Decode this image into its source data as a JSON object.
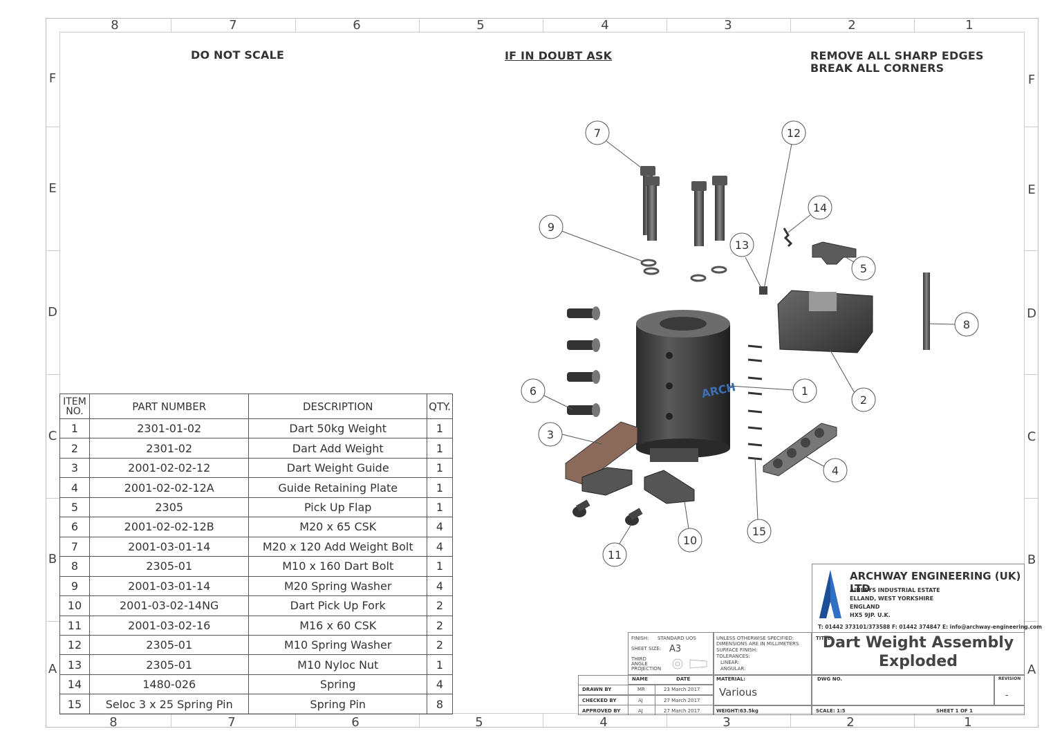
{
  "zones": {
    "columns": [
      "8",
      "7",
      "6",
      "5",
      "4",
      "3",
      "2",
      "1"
    ],
    "rows": [
      "F",
      "E",
      "D",
      "C",
      "B",
      "A"
    ]
  },
  "notes": {
    "do_not_scale": "DO NOT SCALE",
    "if_in_doubt": "IF IN DOUBT ASK",
    "sharp_edges_1": "REMOVE ALL SHARP EDGES",
    "sharp_edges_2": "BREAK ALL CORNERS"
  },
  "bom": {
    "headers": {
      "item": "ITEM",
      "no": "NO.",
      "part": "PART NUMBER",
      "desc": "DESCRIPTION",
      "qty": "QTY."
    },
    "rows": [
      {
        "item": "1",
        "part": "2301-01-02",
        "desc": "Dart 50kg Weight",
        "qty": "1"
      },
      {
        "item": "2",
        "part": "2301-02",
        "desc": "Dart Add Weight",
        "qty": "1"
      },
      {
        "item": "3",
        "part": "2001-02-02-12",
        "desc": "Dart Weight Guide",
        "qty": "1"
      },
      {
        "item": "4",
        "part": "2001-02-02-12A",
        "desc": "Guide Retaining Plate",
        "qty": "1"
      },
      {
        "item": "5",
        "part": "2305",
        "desc": "Pick Up Flap",
        "qty": "1"
      },
      {
        "item": "6",
        "part": "2001-02-02-12B",
        "desc": "M20 x 65 CSK",
        "qty": "4"
      },
      {
        "item": "7",
        "part": "2001-03-01-14",
        "desc": "M20 x 120 Add Weight Bolt",
        "qty": "4"
      },
      {
        "item": "8",
        "part": "2305-01",
        "desc": "M10 x 160 Dart Bolt",
        "qty": "1"
      },
      {
        "item": "9",
        "part": "2001-03-01-14",
        "desc": "M20 Spring Washer",
        "qty": "4"
      },
      {
        "item": "10",
        "part": "2001-03-02-14NG",
        "desc": "Dart Pick Up Fork",
        "qty": "2"
      },
      {
        "item": "11",
        "part": "2001-03-02-16",
        "desc": "M16 x 60 CSK",
        "qty": "2"
      },
      {
        "item": "12",
        "part": "2305-01",
        "desc": "M10 Spring Washer",
        "qty": "2"
      },
      {
        "item": "13",
        "part": "2305-01",
        "desc": "M10 Nyloc Nut",
        "qty": "1"
      },
      {
        "item": "14",
        "part": "1480-026",
        "desc": "Spring",
        "qty": "4"
      },
      {
        "item": "15",
        "part": "Seloc 3 x 25 Spring Pin",
        "desc": "Spring Pin",
        "qty": "8"
      }
    ]
  },
  "balloons": [
    "1",
    "2",
    "3",
    "4",
    "5",
    "6",
    "7",
    "8",
    "9",
    "10",
    "11",
    "12",
    "13",
    "14",
    "15"
  ],
  "company": {
    "name": "ARCHWAY ENGINEERING (UK) LTD",
    "address_1": "AINLEYS INDUSTRIAL ESTATE",
    "address_2": "ELLAND, WEST YORKSHIRE",
    "address_3": "ENGLAND",
    "address_4": "HX5 9JP. U.K.",
    "contact": "T: 01442 373101/373588 F: 01442 374847 E: info@archway-engineering.com",
    "logo_text": "ARCH"
  },
  "titleblock": {
    "finish_label": "FINISH:",
    "finish_value": "STANDARD UOS",
    "sheet_size_label": "SHEET SIZE:",
    "sheet_size_value": "A3",
    "projection_1": "THIRD",
    "projection_2": "ANGLE",
    "projection_3": "PROJECTION",
    "spec_1": "UNLESS OTHERWISE SPECIFIED:",
    "spec_2": "DIMENSIONS ARE IN MILLIMETERS",
    "spec_3": "SURFACE FINISH:",
    "spec_4": "TOLERANCES:",
    "spec_5": "LINEAR:",
    "spec_6": "ANGULAR:",
    "name_header": "NAME",
    "date_header": "DATE",
    "drawn_by_label": "DRAWN BY",
    "drawn_by_name": "MR",
    "drawn_by_date": "23 March 2017",
    "checked_by_label": "CHECKED BY",
    "checked_by_name": "AJ",
    "checked_by_date": "27 March 2017",
    "approved_by_label": "APPROVED BY",
    "approved_by_name": "AJ",
    "approved_by_date": "27 March 2017",
    "material_label": "MATERIAL:",
    "material_value": "Various",
    "weight_label": "WEIGHT:",
    "weight_value": "63.5kg",
    "title_label": "TITLE:",
    "title_line_1": "Dart Weight Assembly",
    "title_line_2": "Exploded",
    "dwg_no_label": "DWG NO.",
    "revision_label": "REVISION",
    "revision_value": "-",
    "scale_label": "SCALE: 1:5",
    "sheet_label": "SHEET 1 OF 1"
  }
}
